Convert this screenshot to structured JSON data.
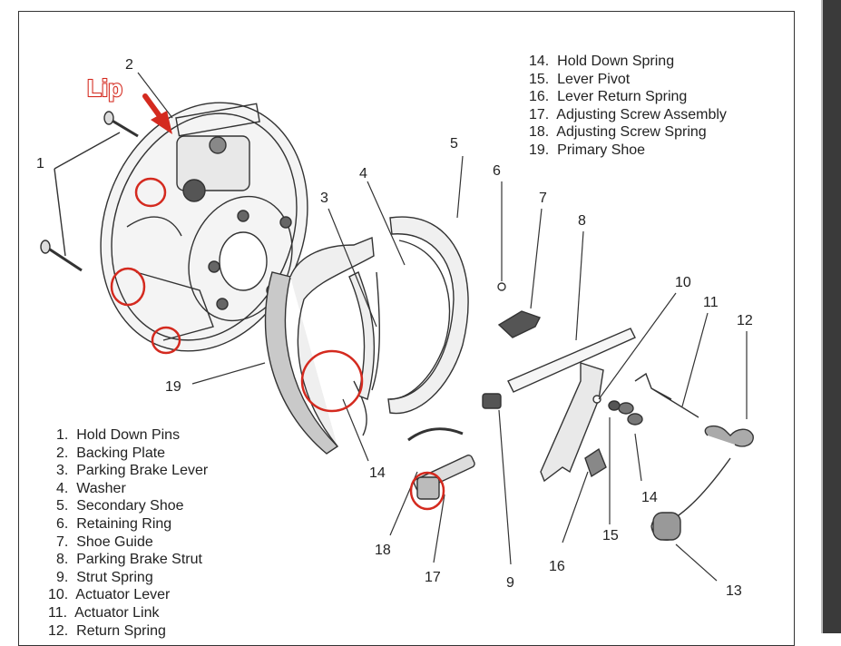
{
  "legend_left": [
    {
      "num": "1.",
      "label": "Hold Down Pins"
    },
    {
      "num": "2.",
      "label": "Backing Plate"
    },
    {
      "num": "3.",
      "label": "Parking Brake Lever"
    },
    {
      "num": "4.",
      "label": "Washer"
    },
    {
      "num": "5.",
      "label": "Secondary Shoe"
    },
    {
      "num": "6.",
      "label": "Retaining Ring"
    },
    {
      "num": "7.",
      "label": "Shoe Guide"
    },
    {
      "num": "8.",
      "label": "Parking Brake Strut"
    },
    {
      "num": "9.",
      "label": "Strut Spring"
    },
    {
      "num": "10.",
      "label": "Actuator Lever"
    },
    {
      "num": "11.",
      "label": "Actuator Link"
    },
    {
      "num": "12.",
      "label": "Return Spring"
    }
  ],
  "legend_right": [
    {
      "num": "14.",
      "label": "Hold Down Spring"
    },
    {
      "num": "15.",
      "label": "Lever Pivot"
    },
    {
      "num": "16.",
      "label": "Lever Return Spring"
    },
    {
      "num": "17.",
      "label": "Adjusting Screw Assembly"
    },
    {
      "num": "18.",
      "label": "Adjusting Screw Spring"
    },
    {
      "num": "19.",
      "label": "Primary Shoe"
    }
  ],
  "annotation": {
    "lip_label": "Lip",
    "highlight_color": "#d42a1f"
  },
  "callouts": {
    "c1": "1",
    "c2": "2",
    "c3": "3",
    "c4": "4",
    "c5": "5",
    "c6": "6",
    "c7": "7",
    "c8": "8",
    "c9": "9",
    "c10": "10",
    "c11": "11",
    "c12": "12",
    "c13": "13",
    "c14a": "14",
    "c14b": "14",
    "c15": "15",
    "c16": "16",
    "c17": "17",
    "c18": "18",
    "c19": "19"
  }
}
